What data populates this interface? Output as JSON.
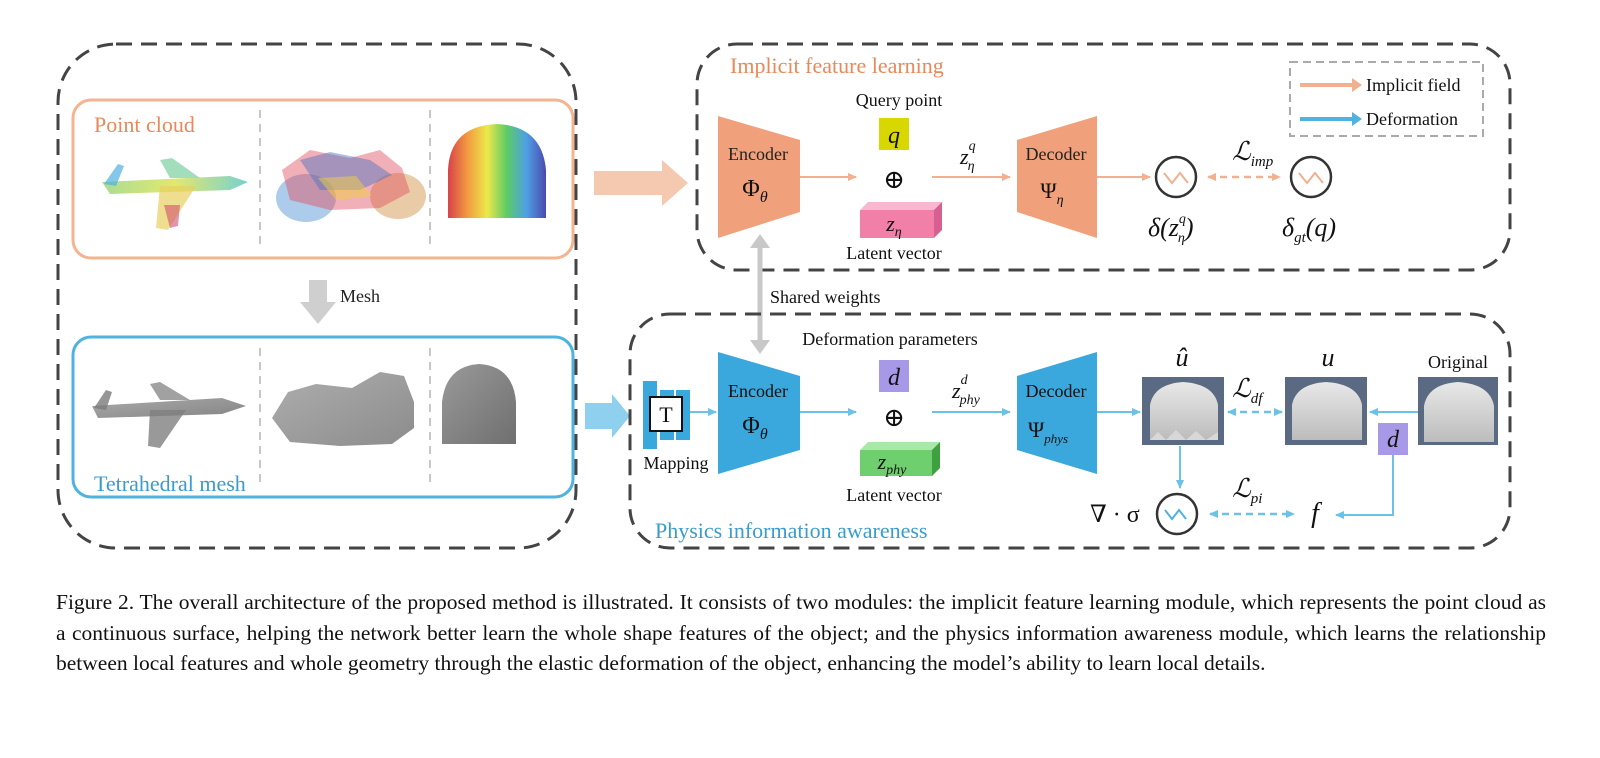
{
  "left_panel": {
    "point_cloud_label": "Point cloud",
    "mesh_arrow_label": "Mesh",
    "tet_mesh_label": "Tetrahedral mesh"
  },
  "implicit_module": {
    "title": "Implicit feature learning",
    "encoder_label": "Encoder",
    "encoder_symbol": "Φθ",
    "query_point_label": "Query point",
    "q_symbol": "q",
    "plus_symbol": "⊕",
    "latent_symbol": "zη",
    "latent_label": "Latent vector",
    "concat_symbol": "z^q_η",
    "decoder_label": "Decoder",
    "decoder_symbol": "Ψη",
    "loss_symbol": "L_imp",
    "pred_symbol": "δ(z^q_η)",
    "gt_symbol": "δgt(q)"
  },
  "legend": {
    "items": [
      {
        "label": "Implicit field",
        "color": "#f2b08f"
      },
      {
        "label": "Deformation",
        "color": "#4fb3df"
      }
    ]
  },
  "shared_weights_label": "Shared weights",
  "physics_module": {
    "title": "Physics information awareness",
    "mapping_symbol": "T",
    "mapping_label": "Mapping",
    "encoder_label": "Encoder",
    "encoder_symbol": "Φθ",
    "deform_params_label": "Deformation parameters",
    "d_symbol": "d",
    "plus_symbol": "⊕",
    "latent_symbol": "zphy",
    "latent_label": "Latent vector",
    "concat_symbol": "z^d_phy",
    "decoder_label": "Decoder",
    "decoder_symbol": "Ψphys",
    "u_hat_symbol": "û",
    "u_symbol": "u",
    "original_label": "Original",
    "loss_df_symbol": "L_df",
    "loss_pi_symbol": "L_pi",
    "div_sigma_symbol": "∇ · σ",
    "f_symbol": "f"
  },
  "colors": {
    "orange": "#f0a07a",
    "orange_light": "#f5c8b0",
    "orange_title": "#e8895a",
    "blue": "#3aa8dc",
    "blue_light": "#8fd0ee",
    "blue_title": "#3a9ccc",
    "gray_arrow": "#cfcfcf",
    "q_box": "#d8d800",
    "z_eta_box": "#f27fa8",
    "d_box": "#a898e8",
    "z_phy_box": "#6fcf6f"
  },
  "caption": "Figure 2. The overall architecture of the proposed method is illustrated. It consists of two modules: the implicit feature learning module, which represents the point cloud as a continuous surface, helping the network better learn the whole shape features of the object; and the physics information awareness module, which learns the relationship between local features and whole geometry through the elastic deformation of the object, enhancing the model’s ability to learn local details."
}
